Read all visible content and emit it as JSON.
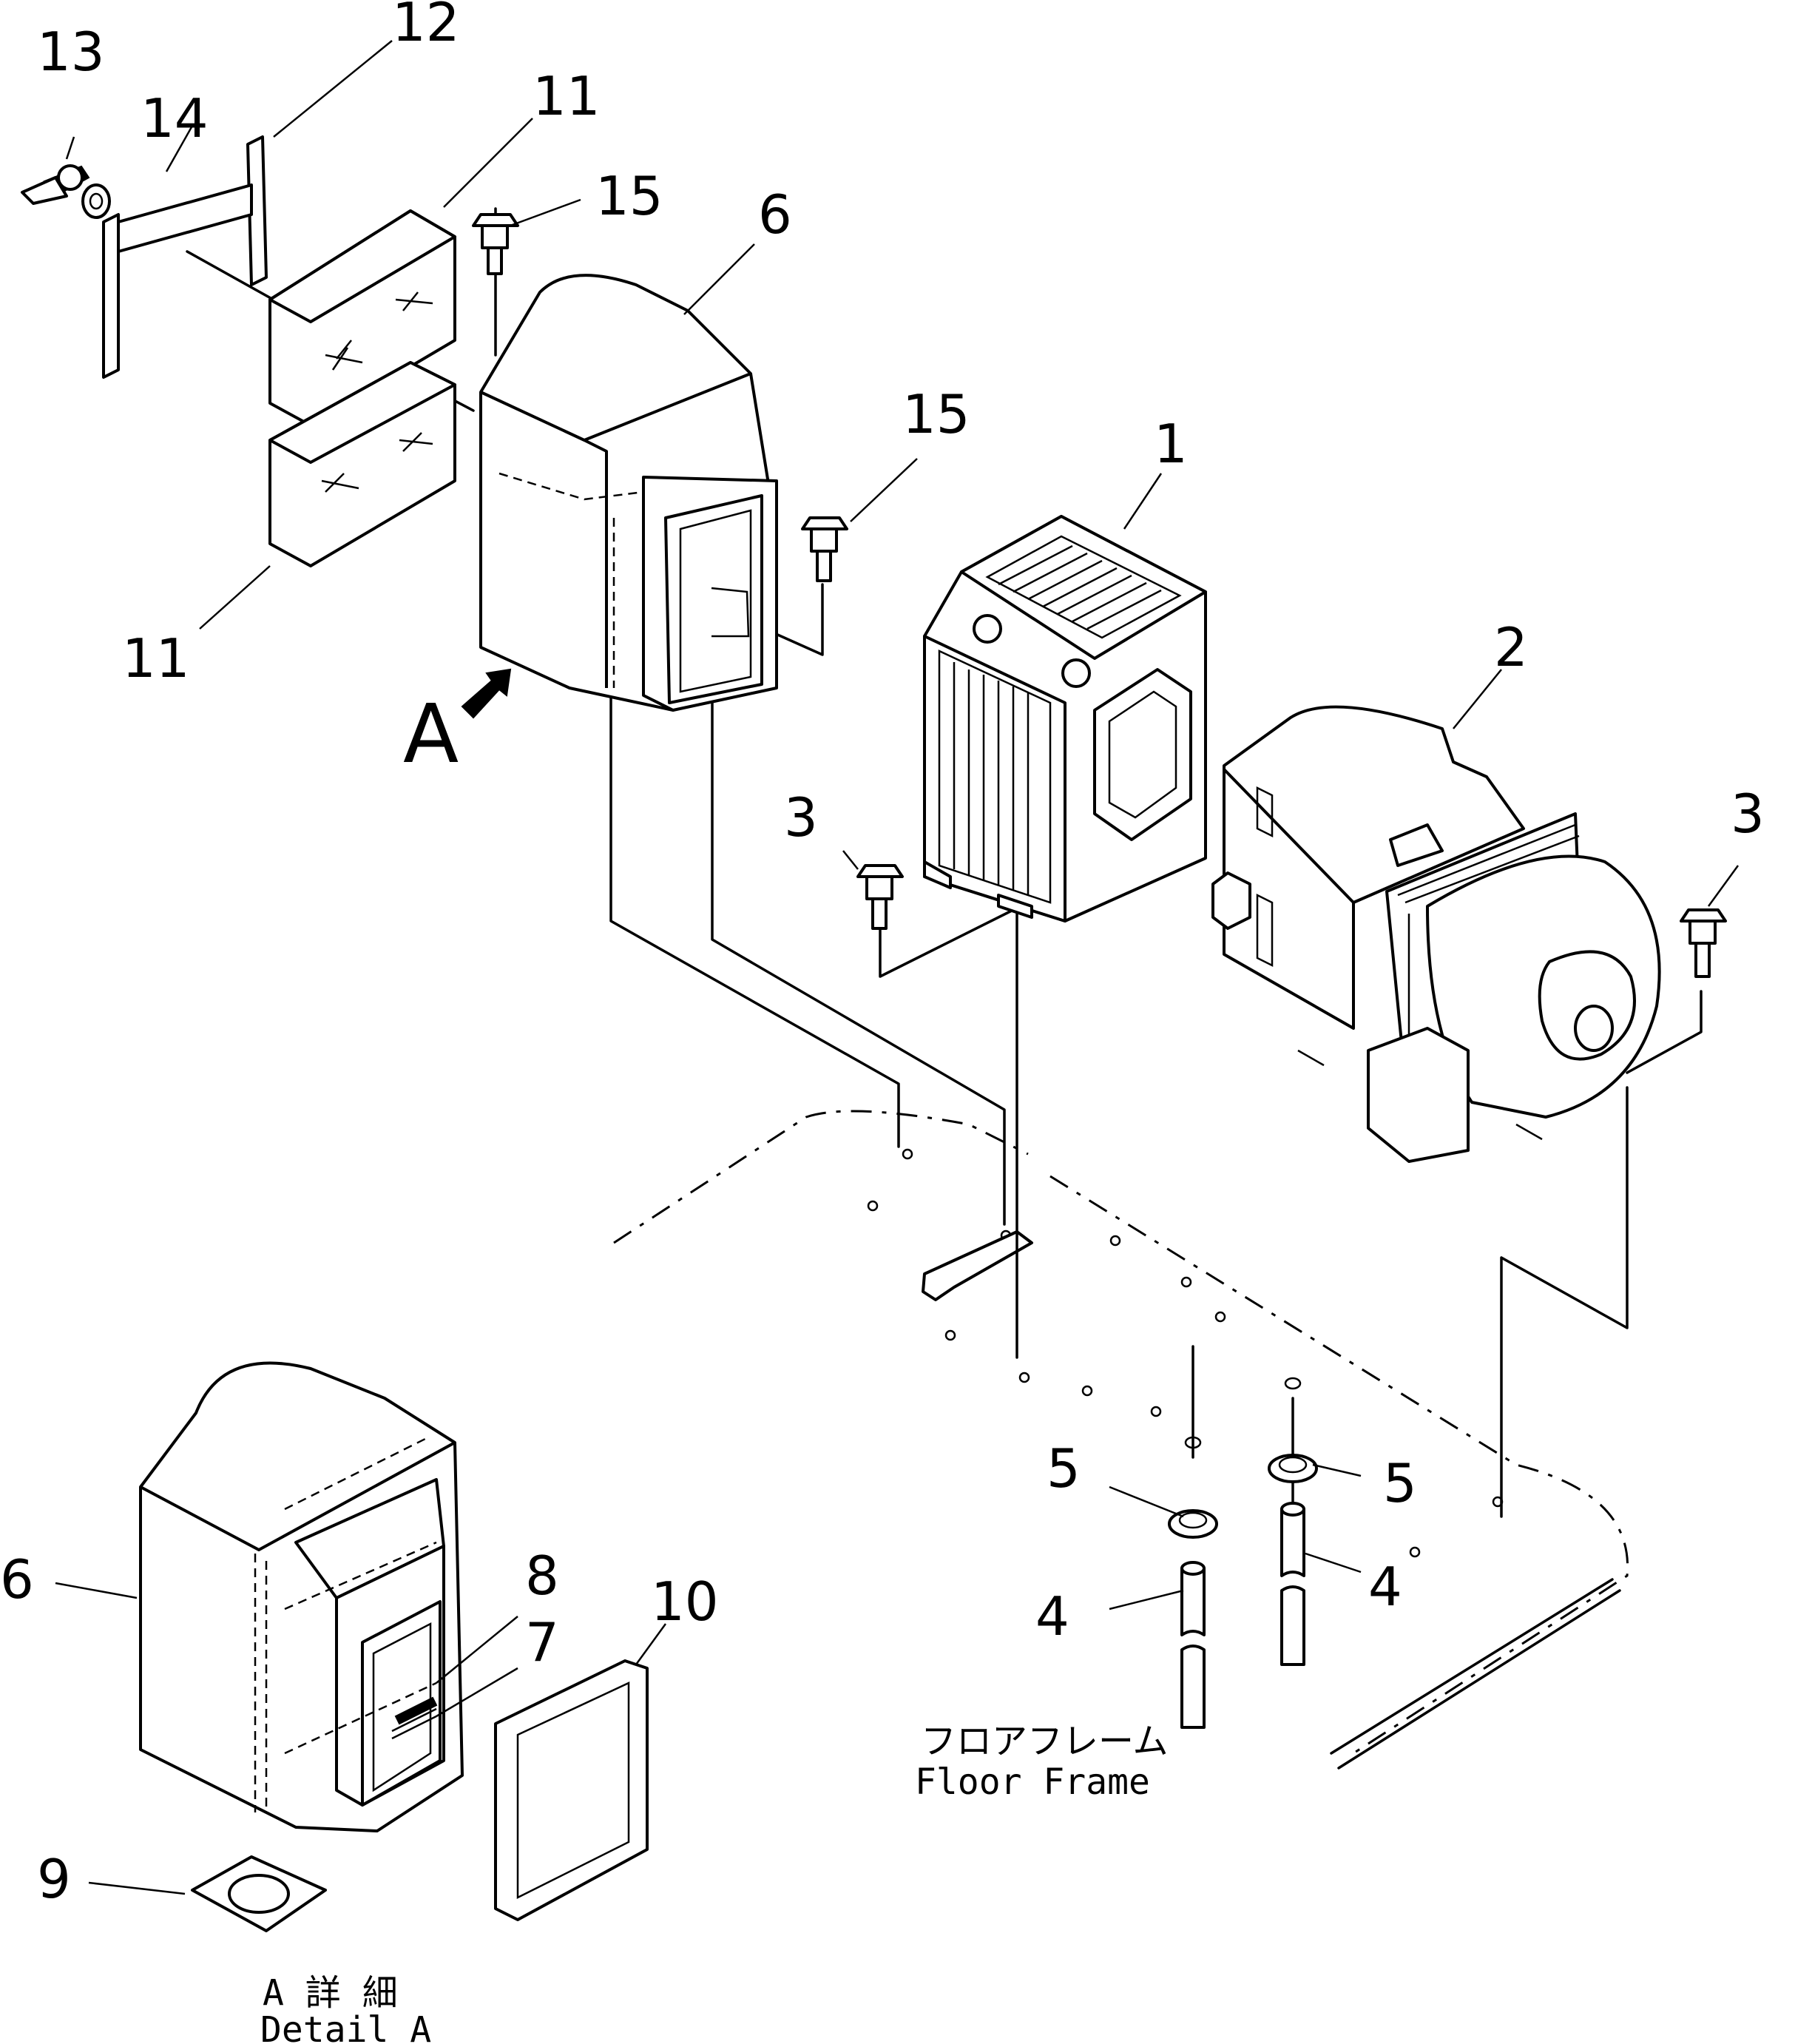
{
  "callouts": {
    "c1": "1",
    "c2": "2",
    "c3a": "3",
    "c3b": "3",
    "c4a": "4",
    "c4b": "4",
    "c5a": "5",
    "c5b": "5",
    "c6a": "6",
    "c6b": "6",
    "c7": "7",
    "c8": "8",
    "c9": "9",
    "c10": "10",
    "c11a": "11",
    "c11b": "11",
    "c12": "12",
    "c13": "13",
    "c14": "14",
    "c15a": "15",
    "c15b": "15"
  },
  "view_marker": "A",
  "floor_frame": {
    "jp": "フロアフレーム",
    "en": "Floor Frame"
  },
  "detail": {
    "jp": "A 詳 細",
    "en": "Detail A"
  }
}
